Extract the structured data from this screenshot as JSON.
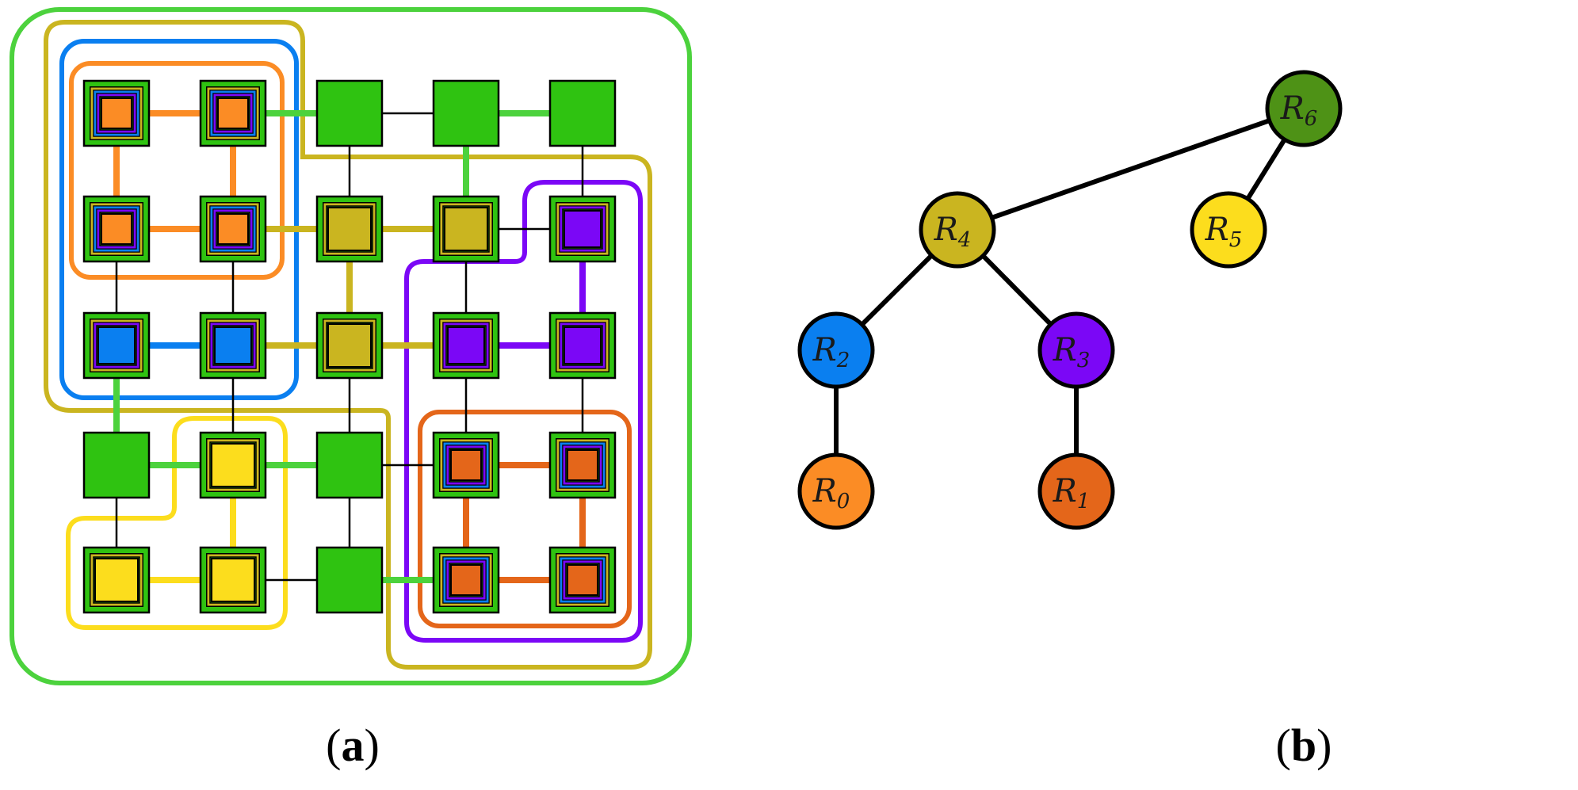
{
  "panels": {
    "a": {
      "open": "(",
      "letter": "a",
      "close": ")"
    },
    "b": {
      "open": "(",
      "letter": "b",
      "close": ")"
    }
  },
  "colors": {
    "green": "#2fc311",
    "green_light": "#4cd23d",
    "olive": "#cab520",
    "blue": "#0a7ff0",
    "purple": "#7b07f6",
    "orange": "#fb8c25",
    "dark_orange": "#e4661a",
    "yellow": "#fcdd1d",
    "tree_root": "#4e9216"
  },
  "grid": {
    "rows": 5,
    "cols": 5,
    "cells": [
      [
        "orange",
        "orange",
        "green",
        "green",
        "green"
      ],
      [
        "orange",
        "orange",
        "olive",
        "olive",
        "purple"
      ],
      [
        "blue",
        "blue",
        "olive",
        "purple",
        "purple"
      ],
      [
        "green",
        "yellow",
        "green",
        "dark_orange",
        "dark_orange"
      ],
      [
        "yellow",
        "yellow",
        "green",
        "dark_orange",
        "dark_orange"
      ]
    ],
    "nesting_depth": [
      [
        4,
        4,
        0,
        0,
        0
      ],
      [
        4,
        4,
        2,
        2,
        3
      ],
      [
        3,
        3,
        2,
        3,
        3
      ],
      [
        0,
        2,
        0,
        4,
        4
      ],
      [
        2,
        2,
        0,
        4,
        4
      ]
    ]
  },
  "tree": {
    "nodes": [
      {
        "id": "R6",
        "letter": "R",
        "sub": "6",
        "color": "tree_root"
      },
      {
        "id": "R4",
        "letter": "R",
        "sub": "4",
        "color": "olive"
      },
      {
        "id": "R5",
        "letter": "R",
        "sub": "5",
        "color": "yellow"
      },
      {
        "id": "R2",
        "letter": "R",
        "sub": "2",
        "color": "blue"
      },
      {
        "id": "R3",
        "letter": "R",
        "sub": "3",
        "color": "purple"
      },
      {
        "id": "R0",
        "letter": "R",
        "sub": "0",
        "color": "orange"
      },
      {
        "id": "R1",
        "letter": "R",
        "sub": "1",
        "color": "dark_orange"
      }
    ],
    "edges": [
      [
        "R6",
        "R4"
      ],
      [
        "R6",
        "R5"
      ],
      [
        "R4",
        "R2"
      ],
      [
        "R4",
        "R3"
      ],
      [
        "R2",
        "R0"
      ],
      [
        "R3",
        "R1"
      ]
    ]
  }
}
